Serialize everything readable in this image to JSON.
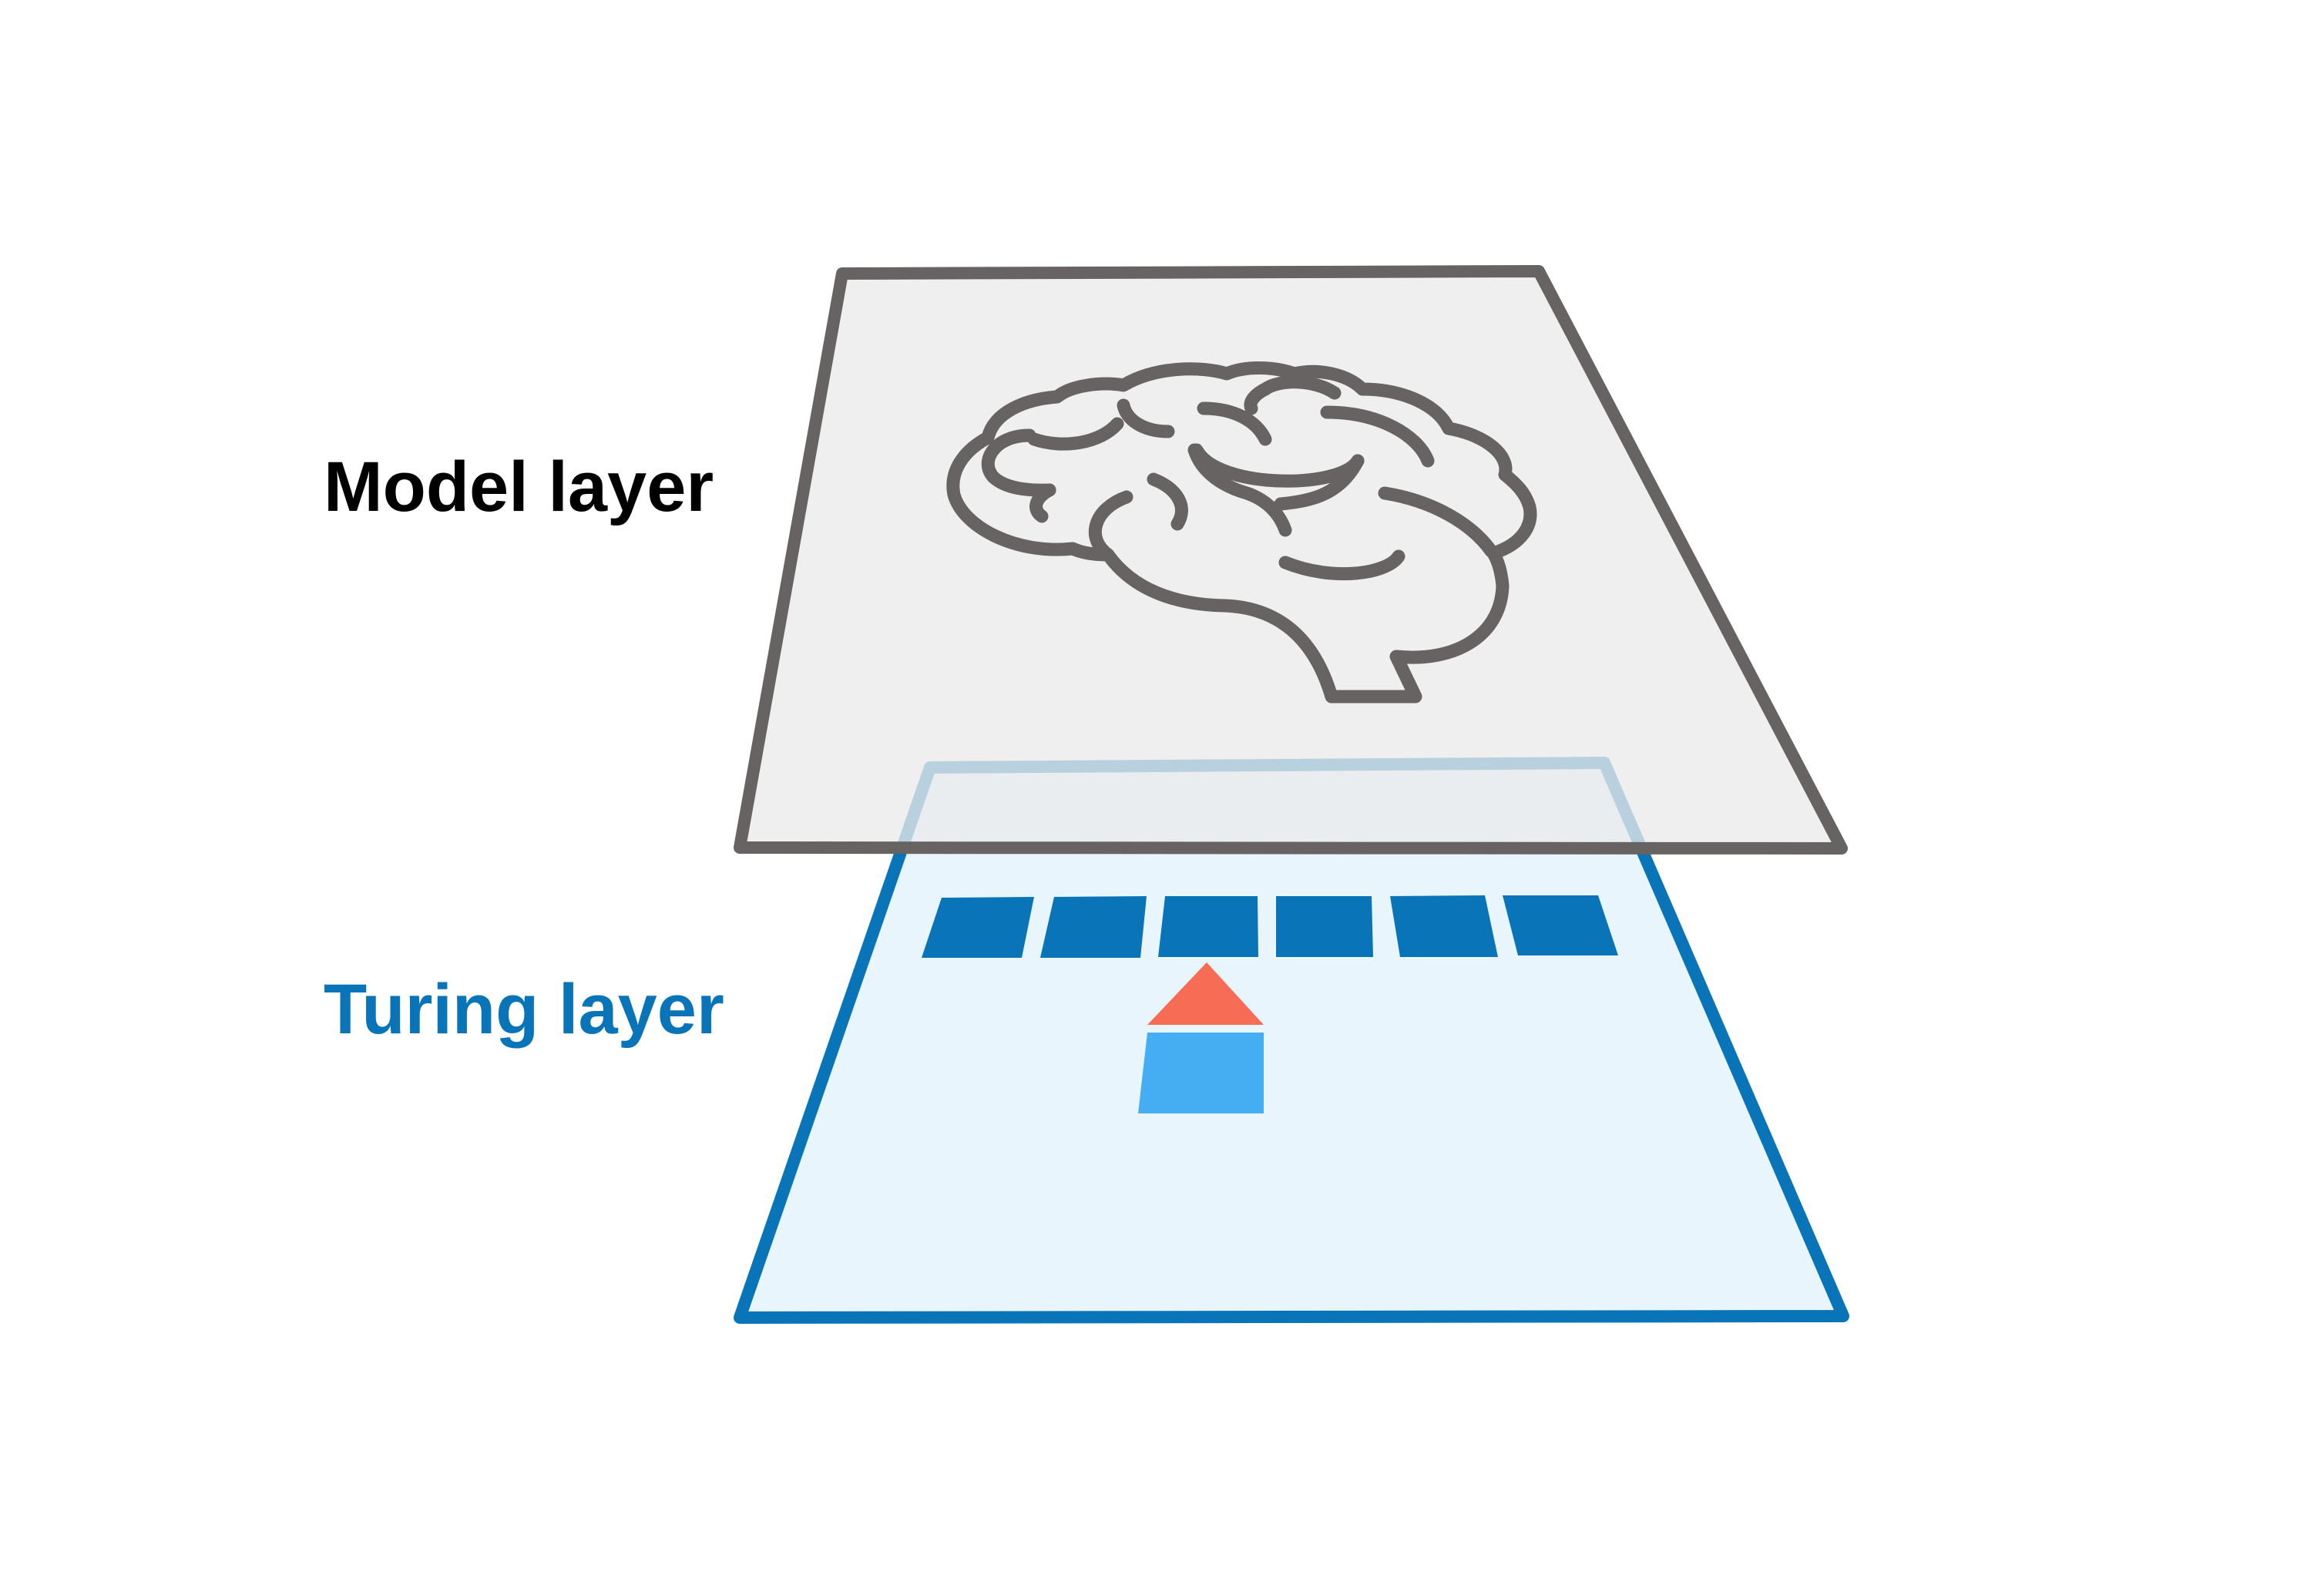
{
  "labels": {
    "model_layer": "Model layer",
    "turing_layer": "Turing layer"
  },
  "colors": {
    "model_label": "#000000",
    "turing_label": "#0A74B8",
    "model_plane_fill": "#EAEAEA",
    "model_plane_border": "#676363",
    "brain_stroke": "#676363",
    "turing_plane_fill": "#E8F5FC",
    "turing_plane_border": "#0A74B8",
    "tape_cell": "#0A74B8",
    "head_pointer": "#F76C54",
    "head_state": "#45AEF2"
  },
  "icons": {
    "model_layer": "brain-icon"
  },
  "tape": {
    "cell_count": 6
  }
}
